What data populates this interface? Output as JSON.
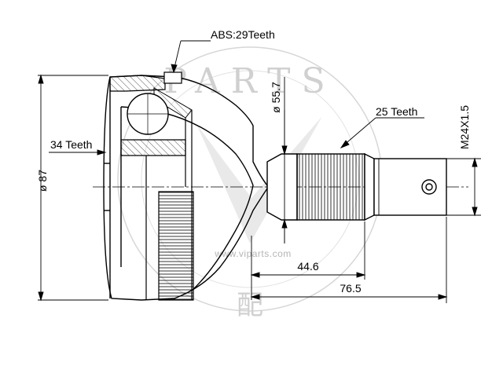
{
  "labels": {
    "abs_teeth": "ABS:29Teeth",
    "inner_teeth": "34 Teeth",
    "outer_teeth": "25  Teeth",
    "diameter_87": "ø 87",
    "diameter_55_7": "ø 55.7",
    "thread": "M24X1.5",
    "length_44_6": "44.6",
    "length_76_5": "76.5"
  },
  "watermark": {
    "brand": "PARTS",
    "url": "www.viparts.com",
    "char": "配"
  },
  "colors": {
    "line": "#000000",
    "watermark": "#cfcfcf"
  }
}
